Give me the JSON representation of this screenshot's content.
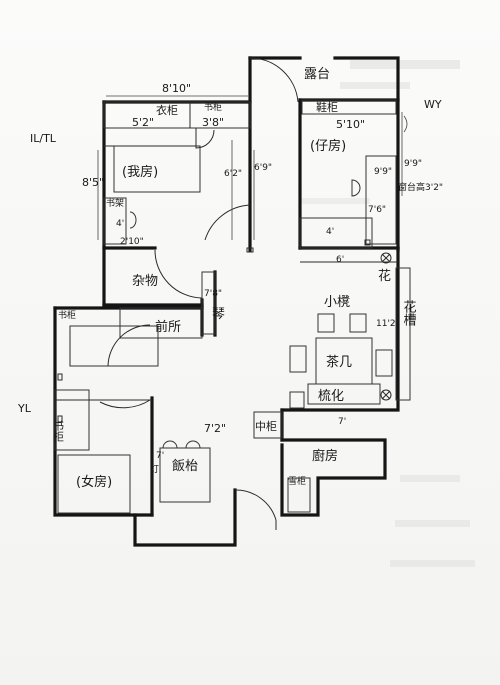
{
  "plan": {
    "rooms": {
      "balcony": "露台",
      "master_bedroom": "(我房)",
      "son_bedroom": "(仔房)",
      "storeroom": "杂物",
      "lobby": "前所",
      "study": "书柜",
      "daughter_room": "(女房)",
      "dining": "飯枱",
      "kitchen": "廚房",
      "living": "小櫈",
      "coffee_table": "茶几",
      "sofa": "梳化",
      "planter": "花槽",
      "flower": "花",
      "piano": "琴"
    },
    "furniture": {
      "wardrobe": "衣柜",
      "bookcase": "书柜",
      "shoe_cabinet": "鞋柜",
      "desk": "书架",
      "bookcase_small": "书柜",
      "middle_cabinet": "中柜",
      "fridge": "雪柜",
      "light": "灯"
    },
    "dimensions": {
      "top_width": "8'10\"",
      "wardrobe_w": "5'2\"",
      "bookcase_w": "3'8\"",
      "master_h": "8'5\"",
      "desk_w": "4'",
      "master_bottom": "2'10\"",
      "corridor": "6'2\"",
      "corridor2": "6'9\"",
      "son_w": "5'10\"",
      "son_h": "9'9\"",
      "son_h2": "9'9\"",
      "son_inner": "7'6\"",
      "son_bed": "4'",
      "window": "窗台高3'2\"",
      "son_bottom": "6'",
      "living_h": "11'2\"",
      "store_h": "7'8\"",
      "dining_w": "7'2\"",
      "kitchen_w": "7'",
      "dining_bottom": "7'"
    },
    "margin_notes": {
      "left_top": "IL/TL",
      "left_mid": "YL",
      "right_top": "WY"
    }
  }
}
